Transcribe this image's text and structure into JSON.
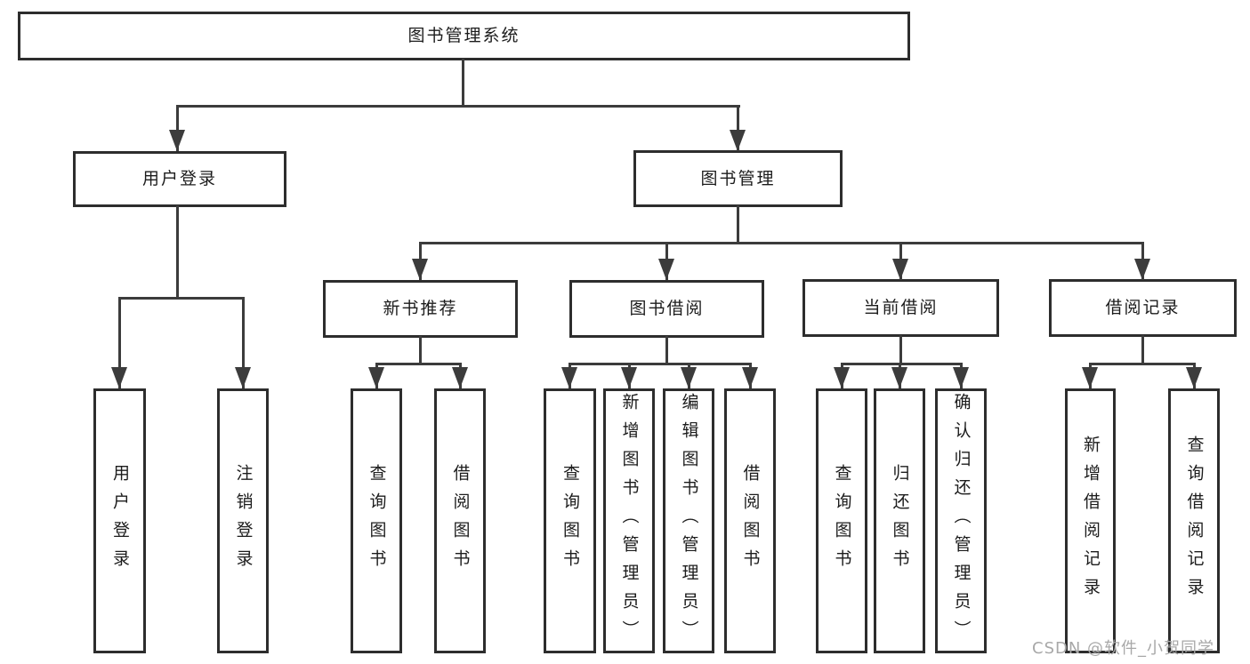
{
  "page": {
    "background": "#ffffff"
  },
  "colors": {
    "box_border": "#2d2d2d",
    "connector_line": "#3c3c3c",
    "node_text": "#1c1c1c",
    "box_fill": "#ffffff",
    "watermark_text_color": "#a8a8a8"
  },
  "watermark": {
    "text": "CSDN @软件_小贺同学"
  },
  "tree": {
    "label": "图书管理系统",
    "children": [
      {
        "label": "用户登录",
        "children": [
          {
            "label": "用户登录"
          },
          {
            "label": "注销登录"
          }
        ]
      },
      {
        "label": "图书管理",
        "children": [
          {
            "label": "新书推荐",
            "children": [
              {
                "label": "查询图书"
              },
              {
                "label": "借阅图书"
              }
            ]
          },
          {
            "label": "图书借阅",
            "children": [
              {
                "label": "查询图书"
              },
              {
                "label": "新增图书（管理员）"
              },
              {
                "label": "编辑图书（管理员）"
              },
              {
                "label": "借阅图书"
              }
            ]
          },
          {
            "label": "当前借阅",
            "children": [
              {
                "label": "查询图书"
              },
              {
                "label": "归还图书"
              },
              {
                "label": "确认归还（管理员）"
              }
            ]
          },
          {
            "label": "借阅记录",
            "children": [
              {
                "label": "新增借阅记录"
              },
              {
                "label": "查询借阅记录"
              }
            ]
          }
        ]
      }
    ]
  }
}
